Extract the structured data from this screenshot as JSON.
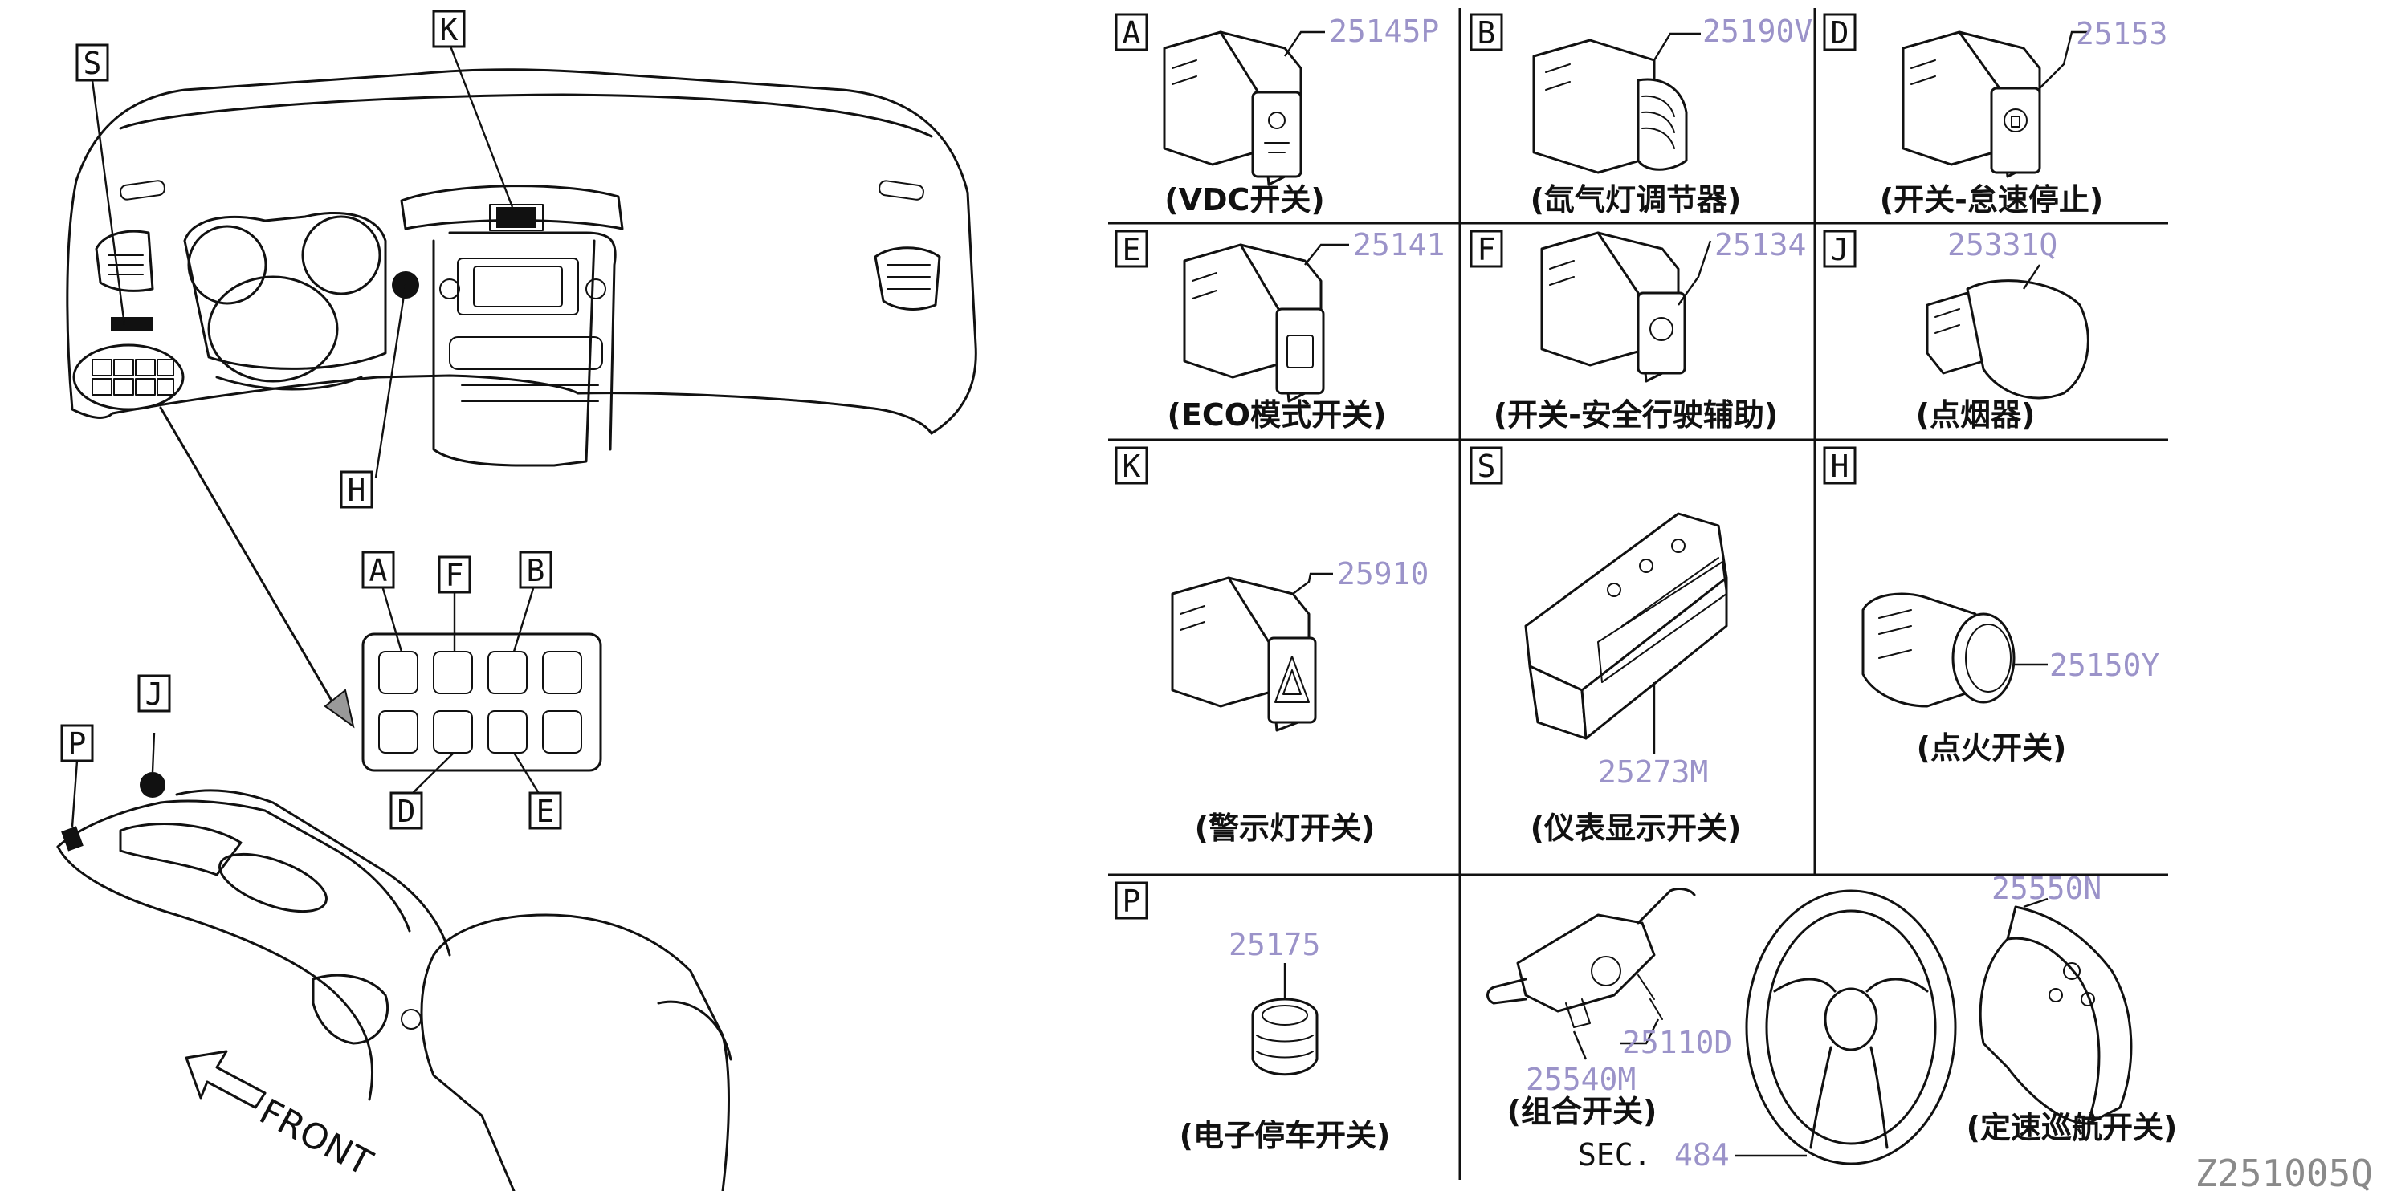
{
  "diagram": {
    "code": "Z251005Q",
    "front_label": "FRONT",
    "callouts": {
      "A": "A",
      "B": "B",
      "D": "D",
      "E": "E",
      "F": "F",
      "H": "H",
      "J": "J",
      "K": "K",
      "P": "P",
      "S": "S"
    }
  },
  "panels": [
    {
      "tag": "A",
      "part": "25145P",
      "caption": "(VDC开关)"
    },
    {
      "tag": "B",
      "part": "25190V",
      "caption": "(氙气灯调节器)"
    },
    {
      "tag": "D",
      "part": "25153",
      "caption": "(开关-怠速停止)"
    },
    {
      "tag": "E",
      "part": "25141",
      "caption": "(ECO模式开关)"
    },
    {
      "tag": "F",
      "part": "25134",
      "caption": "(开关-安全行驶辅助)"
    },
    {
      "tag": "J",
      "part": "25331Q",
      "caption": "(点烟器)"
    },
    {
      "tag": "K",
      "part": "25910",
      "caption": "(警示灯开关)"
    },
    {
      "tag": "S",
      "part": "25273M",
      "caption": "(仪表显示开关)"
    },
    {
      "tag": "H",
      "part": "25150Y",
      "caption": "(点火开关)"
    },
    {
      "tag": "P",
      "part": "25175",
      "caption": "(电子停车开关)"
    }
  ],
  "combo_panel": {
    "parts": [
      "25110D",
      "25540M",
      "25550N"
    ],
    "caption_combo": "(组合开关)",
    "caption_cruise": "(定速巡航开关)",
    "sec_label": "SEC.",
    "sec_number": "484"
  }
}
